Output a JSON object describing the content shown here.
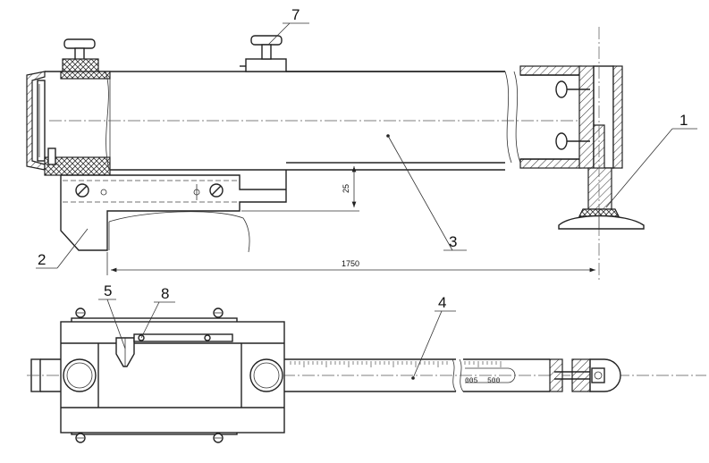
{
  "labels": {
    "part_1": "1",
    "part_2": "2",
    "part_3": "3",
    "part_4": "4",
    "part_5": "5",
    "part_7": "7",
    "part_8": "8"
  },
  "dimensions": {
    "height_25": "25",
    "length_1750": "1750"
  },
  "scale": {
    "reading_1750": "1750",
    "reading_500": "500",
    "reading_005": "005"
  }
}
